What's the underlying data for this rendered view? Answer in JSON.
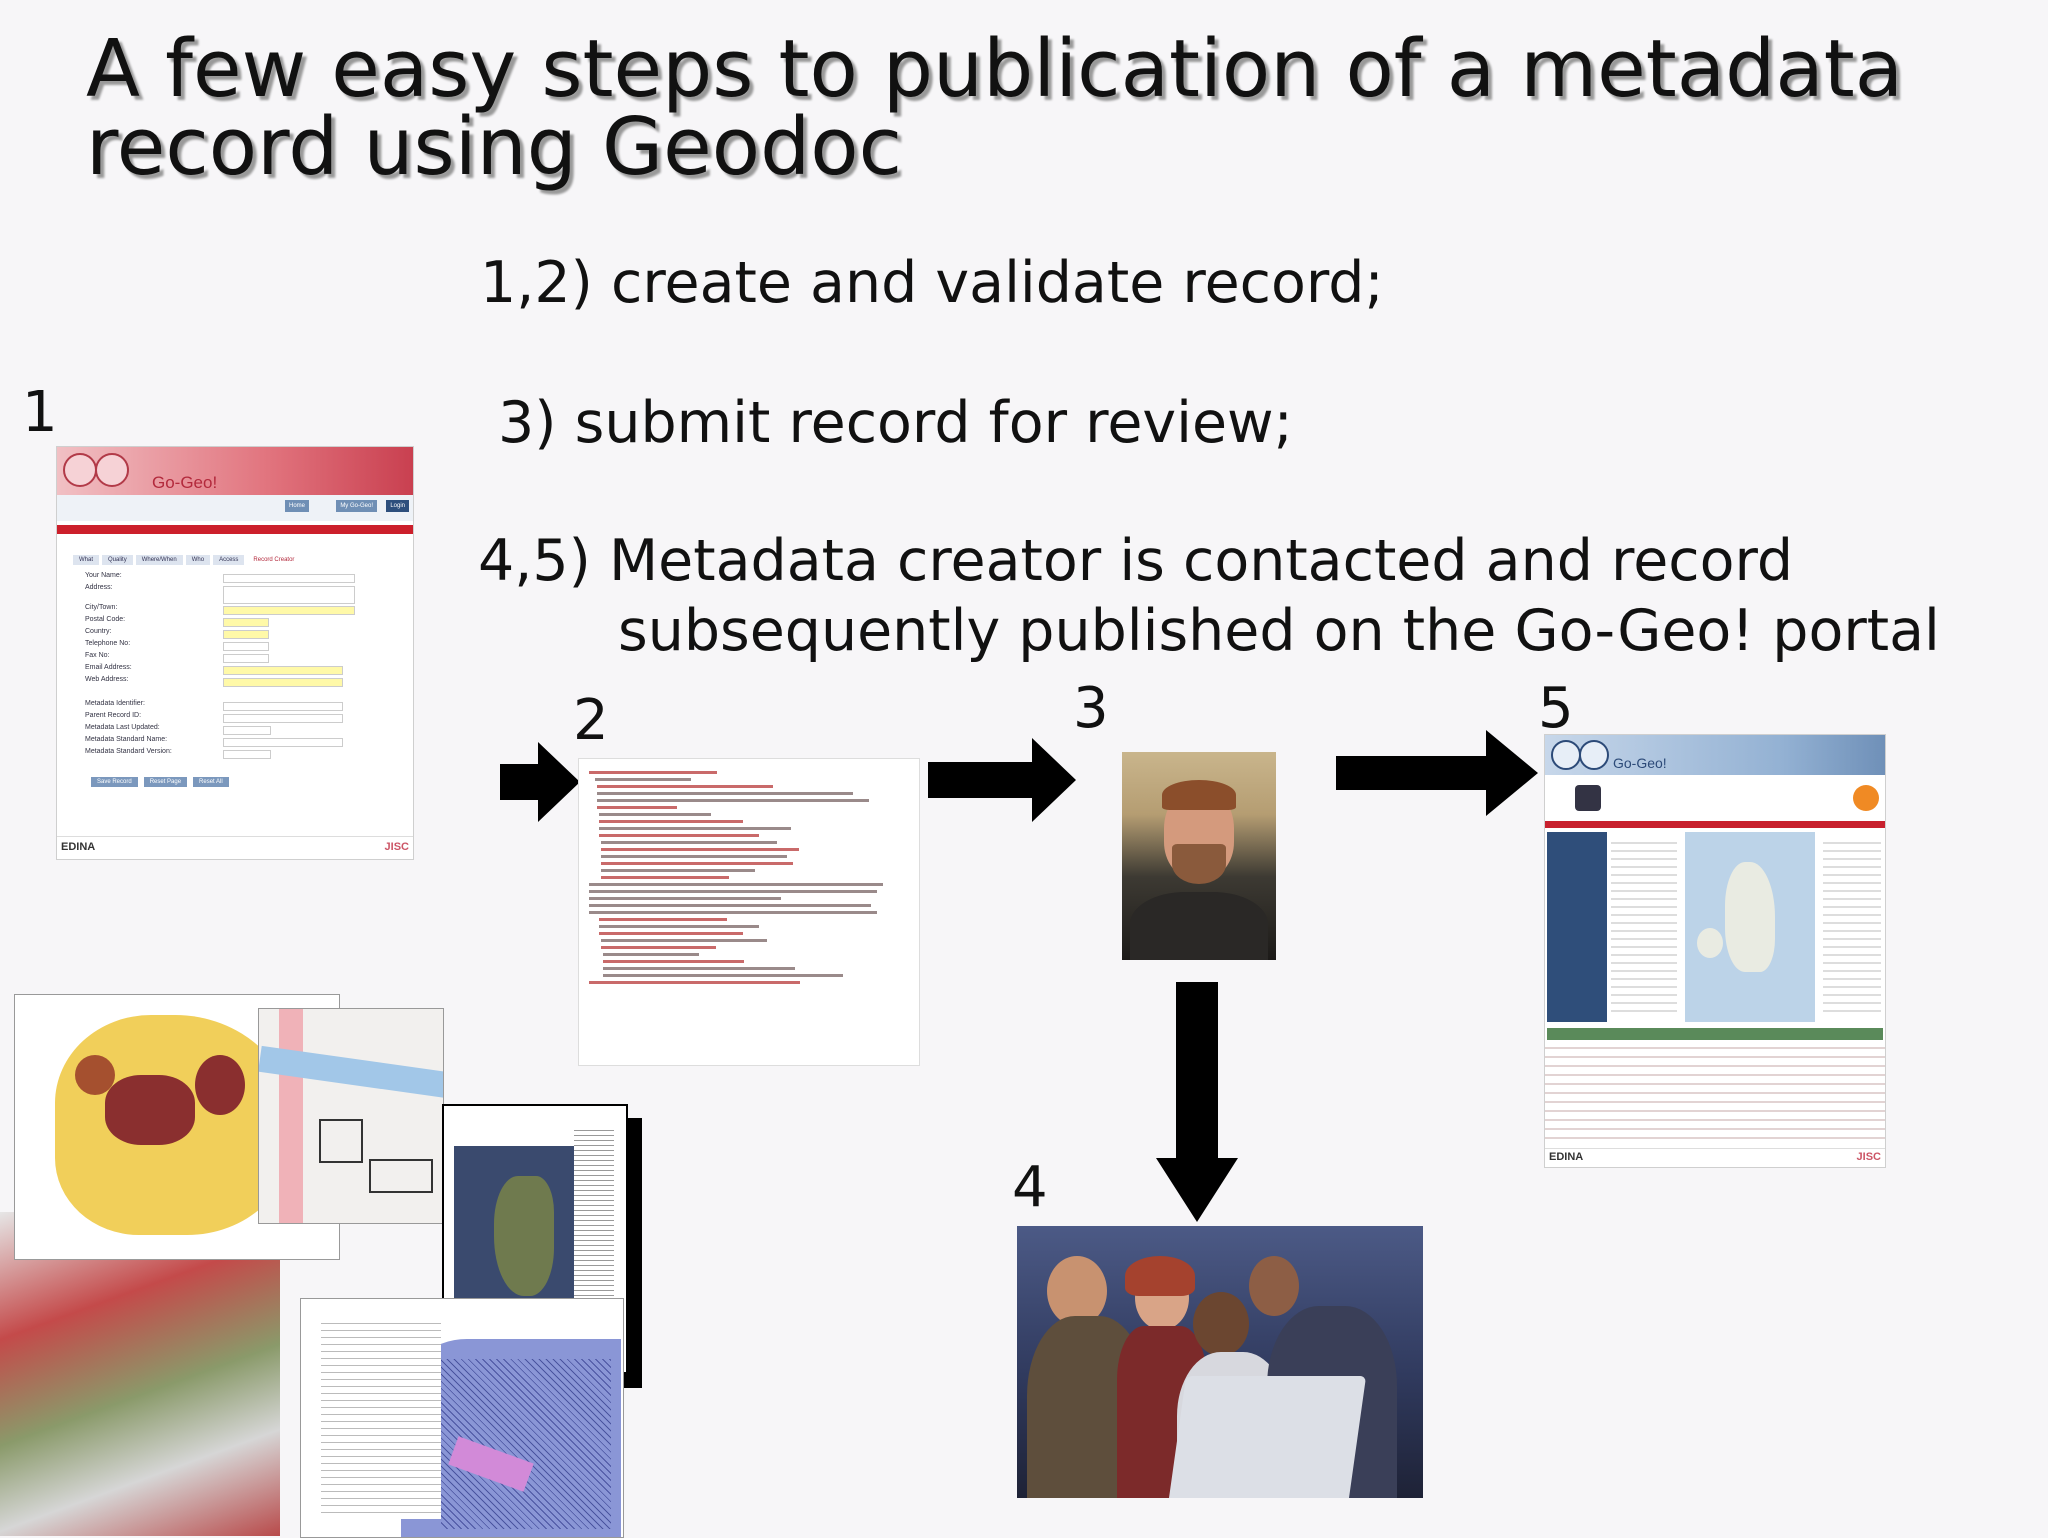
{
  "title": {
    "line1": "A few easy steps to publication of a metadata",
    "line2": "record using Geodoc"
  },
  "steps": {
    "s12": "1,2) create and validate record;",
    "s3": "3) submit record for review;",
    "s45_line1": "4,5) Metadata creator is contacted and record",
    "s45_line2": "subsequently published on the Go-Geo! portal"
  },
  "labels": {
    "n1": "1",
    "n2": "2",
    "n3": "3",
    "n4": "4",
    "n5": "5"
  },
  "form_thumb": {
    "brand": "Go-Geo!",
    "nav": [
      "Home",
      "My Go-Geo!",
      "Login"
    ],
    "tabs": [
      "What",
      "Quality",
      "Where/When",
      "Who",
      "Access",
      "Record Creator"
    ],
    "fields": [
      "Your Name:",
      "Address:",
      "City/Town:",
      "Postal Code:",
      "Country:",
      "Telephone No:",
      "Fax No:",
      "Email Address:",
      "Web Address:",
      "Metadata Identifier:",
      "Parent Record ID:",
      "Metadata Last Updated:",
      "Metadata Standard Name:",
      "Metadata Standard Version:"
    ],
    "buttons": [
      "Save Record",
      "Reset Page",
      "Reset All"
    ],
    "footer_left": "EDINA",
    "footer_right": "JISC"
  },
  "portal_thumb": {
    "brand": "Go-Geo!",
    "footer_left": "EDINA",
    "footer_right": "JISC"
  },
  "colors": {
    "arrow": "#000000",
    "gogeo_red": "#cc1f2b",
    "portal_blue": "#2c4a78"
  }
}
